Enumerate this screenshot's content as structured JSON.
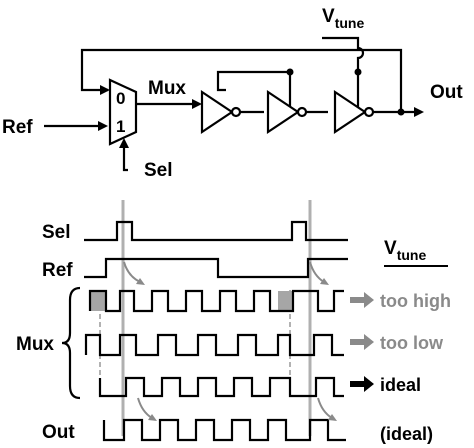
{
  "labels": {
    "vtune_top_main": "V",
    "vtune_top_sub": "tune",
    "mux_node": "Mux",
    "mux_in0": "0",
    "mux_in1": "1",
    "ref_in": "Ref",
    "sel_in": "Sel",
    "out": "Out"
  },
  "timing": {
    "sel": "Sel",
    "ref": "Ref",
    "mux": "Mux",
    "out": "Out",
    "vtune_main": "V",
    "vtune_sub": "tune",
    "too_high": "too high",
    "too_low": "too low",
    "ideal": "ideal",
    "out_ideal": "(ideal)"
  },
  "colors": {
    "line": "#000000",
    "marker": "#b0b0b0",
    "shade": "#a6a6a6",
    "dim_text": "#8a8a8a"
  }
}
